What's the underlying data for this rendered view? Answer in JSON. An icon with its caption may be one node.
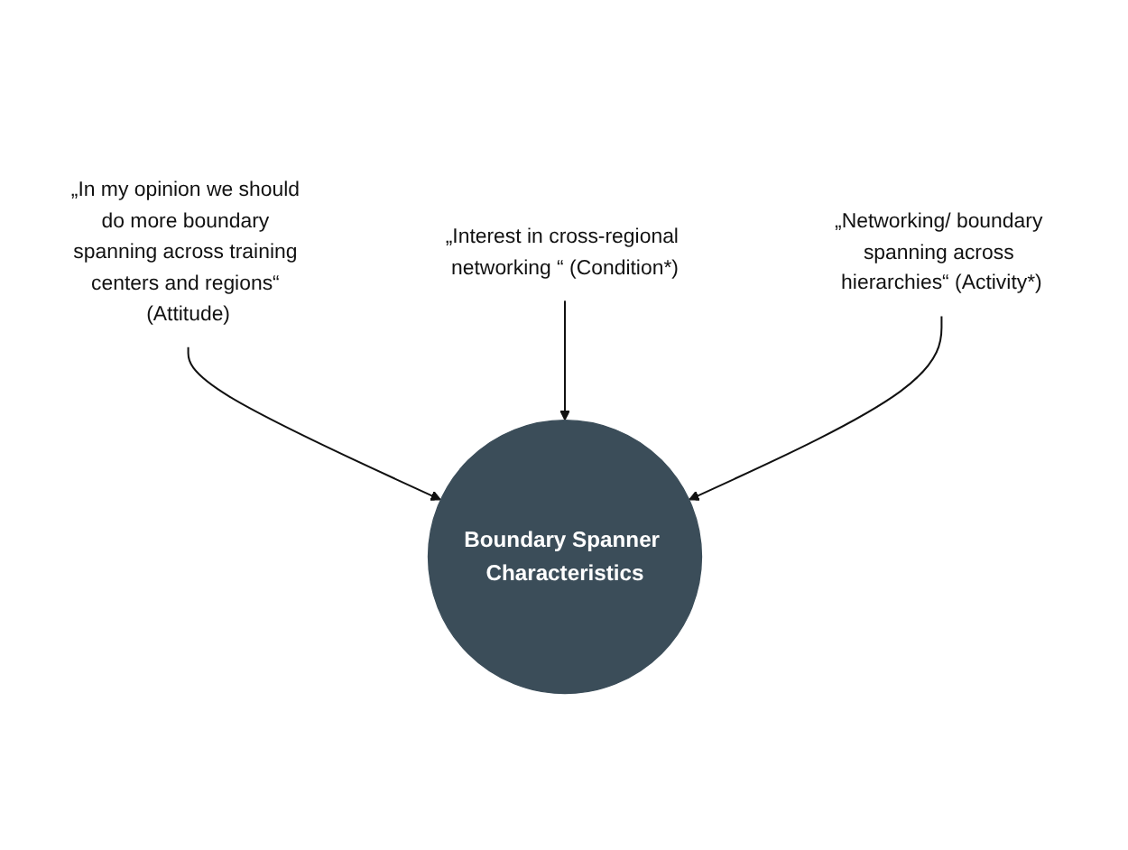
{
  "diagram": {
    "nodes": [
      {
        "text": [
          "„In my opinion we should do more boundary spanning across training centers and regions“ (Attitude)"
        ]
      },
      {
        "text": [
          "Boundary Spanner Characteristics"
        ]
      },
      {
        "text": [
          "„Interest in cross-regional networking “ (Condition*)"
        ]
      },
      {
        "text": [
          "„Networking/ boundary spanning across hierarchies“ (Activity*)"
        ]
      }
    ],
    "edges": [
      {
        "from": 0,
        "to": 1,
        "arrow": "to"
      },
      {
        "from": 2,
        "to": 1,
        "arrow": "to"
      },
      {
        "from": 3,
        "to": 1,
        "arrow": "to"
      }
    ]
  }
}
